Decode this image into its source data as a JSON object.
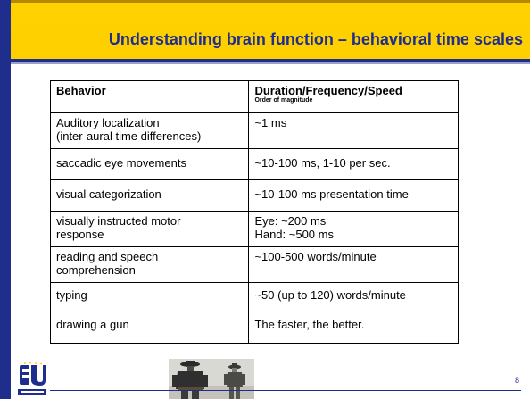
{
  "slide": {
    "title": "Understanding brain function – behavioral time scales",
    "page_number": "8"
  },
  "table": {
    "headers": {
      "behavior": "Behavior",
      "duration": "Duration/Frequency/Speed",
      "duration_sub": "Order of magnitude"
    },
    "rows": [
      {
        "behavior": [
          "Auditory localization",
          "(inter-aural time differences)"
        ],
        "duration": [
          "~1 ms"
        ]
      },
      {
        "behavior": [
          "saccadic eye movements"
        ],
        "duration": [
          "~10-100 ms, 1-10 per sec."
        ]
      },
      {
        "behavior": [
          "visual categorization"
        ],
        "duration": [
          "~10-100 ms presentation time"
        ]
      },
      {
        "behavior": [
          "visually instructed motor",
          "response"
        ],
        "duration": [
          "Eye: ~200 ms",
          "Hand: ~500 ms"
        ]
      },
      {
        "behavior": [
          "reading and speech",
          "comprehension"
        ],
        "duration": [
          "~100-500 words/minute"
        ]
      },
      {
        "behavior": [
          "typing"
        ],
        "duration": [
          "~50 (up to 120) words/minute"
        ]
      },
      {
        "behavior": [
          "drawing a gun"
        ],
        "duration": [
          "The faster, the better."
        ]
      }
    ]
  },
  "colors": {
    "title_blue": "#1f2d8c",
    "band_yellow": "#ffd200"
  },
  "icons": {
    "logo": "eu-prima-net-logo",
    "photo": "gunslinger-photo"
  }
}
